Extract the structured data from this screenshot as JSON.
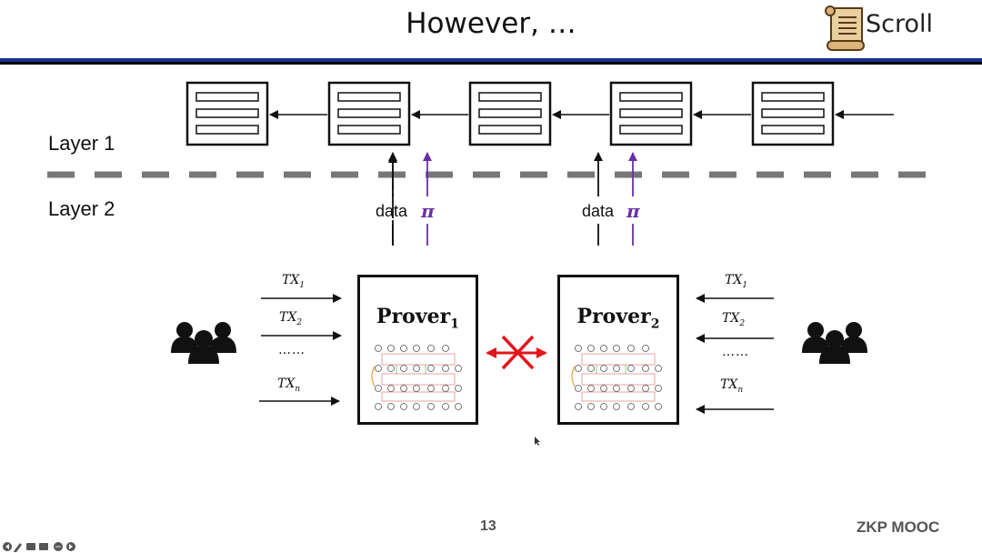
{
  "slide": {
    "title": "However, …",
    "logo_text": "Scroll",
    "page_number": "13",
    "footer_brand": "ZKP MOOC"
  },
  "layers": {
    "layer1_label": "Layer 1",
    "layer2_label": "Layer 2"
  },
  "links": {
    "data_label": "data",
    "proof_symbol": "π"
  },
  "provers": [
    {
      "name": "Prover",
      "subscript": "1"
    },
    {
      "name": "Prover",
      "subscript": "2"
    }
  ],
  "transactions": {
    "tx_prefix": "TX",
    "tx1_sub": "1",
    "tx2_sub": "2",
    "txn_sub": "n",
    "ellipsis": "……"
  },
  "colors": {
    "accent_bar": "#1c2f8c",
    "proof_arrow": "#6a2fa5",
    "conflict": "#e0161c",
    "dashed_divider": "#777777"
  },
  "toolbar_icons": [
    "back-icon",
    "edit-icon",
    "captions-icon",
    "video-icon",
    "more-icon",
    "forward-icon"
  ]
}
